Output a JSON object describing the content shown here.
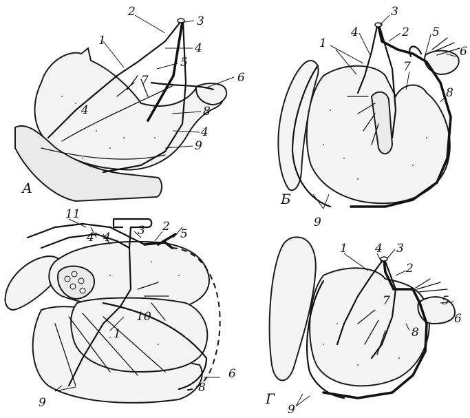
{
  "figure": {
    "panels": [
      {
        "id": "A",
        "label": "А",
        "numbers": [
          "1",
          "2",
          "3",
          "4",
          "5",
          "6",
          "7",
          "4",
          "8",
          "4",
          "9"
        ]
      },
      {
        "id": "B",
        "label": "Б",
        "numbers": [
          "1",
          "4",
          "3",
          "2",
          "5",
          "6",
          "7",
          "8",
          "9"
        ]
      },
      {
        "id": "C",
        "label": "",
        "numbers": [
          "11",
          "4'",
          "4",
          "3",
          "2",
          "5",
          "10",
          "1",
          "6",
          "8",
          "9"
        ]
      },
      {
        "id": "D",
        "label": "Г",
        "numbers": [
          "1",
          "4",
          "3",
          "2",
          "7",
          "5",
          "6",
          "8",
          "9"
        ]
      }
    ]
  }
}
